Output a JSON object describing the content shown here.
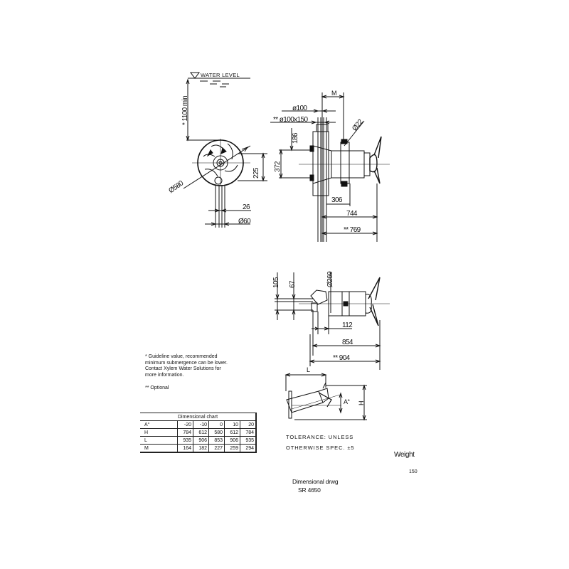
{
  "water_level": {
    "label": "WATER LEVEL",
    "submergence": "* 1100 min"
  },
  "front_view": {
    "propeller_diameter": "Ø580",
    "offset_height": "225",
    "mast_width": "26",
    "mast_diameter": "Ø60"
  },
  "side_view": {
    "M": "M",
    "guide_tube_1": "ø100",
    "guide_tube_2": "** ø100x150",
    "height_186": "186",
    "height_372": "372",
    "shaft_diameter": "Ø22",
    "dim_306": "306",
    "dim_744": "744",
    "dim_769": "** 769"
  },
  "top_view": {
    "dim_105": "105",
    "dim_67": "67",
    "motor_diameter": "Ø269",
    "dim_112": "112",
    "dim_854": "854",
    "dim_904": "** 904"
  },
  "tilt_view": {
    "L": "L",
    "A": "A°",
    "H": "H"
  },
  "notes": {
    "guideline": [
      "* Guideline value, recommended",
      "minimum submergence can be lower.",
      "Contact Xylem Water Solutions for",
      "more information."
    ],
    "optional": "** Optional"
  },
  "dimensional_chart": {
    "caption": "Dimensional chart",
    "header_label": "A°",
    "angles": [
      "-20",
      "-10",
      "0",
      "10",
      "20"
    ],
    "rows": [
      {
        "label": "H",
        "values": [
          "784",
          "612",
          "580",
          "612",
          "784"
        ]
      },
      {
        "label": "L",
        "values": [
          "935",
          "906",
          "853",
          "906",
          "935"
        ]
      },
      {
        "label": "M",
        "values": [
          "164",
          "182",
          "227",
          "259",
          "294"
        ]
      }
    ]
  },
  "tolerance": {
    "line1": "TOLERANCE: UNLESS",
    "line2": "OTHERWISE SPEC. ±5"
  },
  "weight": {
    "label": "Weight",
    "value": "150"
  },
  "title_block": {
    "line1": "Dimensional drwg",
    "line2": "SR 4650"
  }
}
